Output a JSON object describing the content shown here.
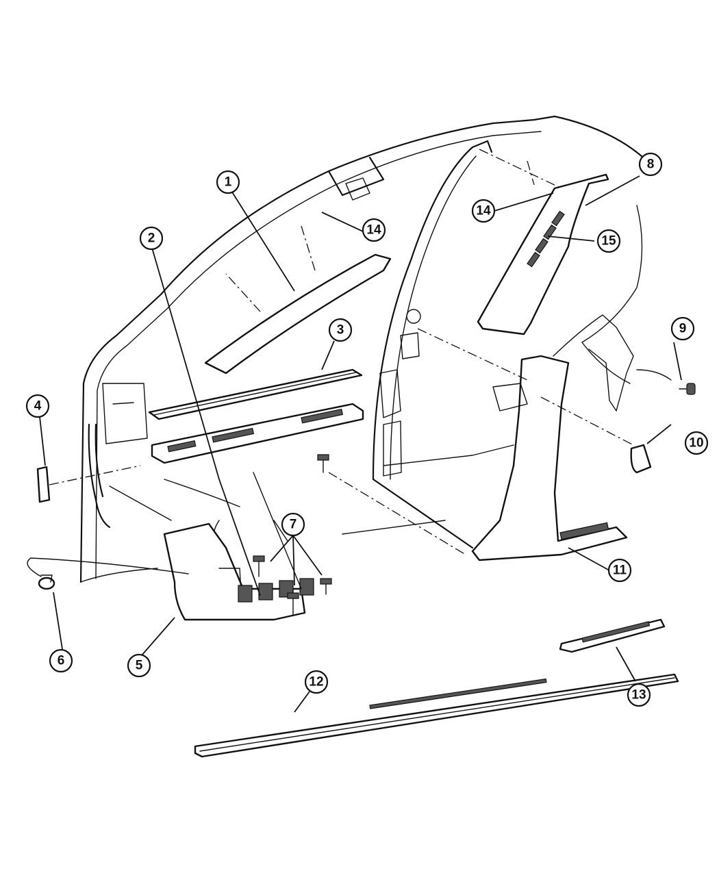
{
  "callouts": [
    {
      "id": "c1",
      "label": "1"
    },
    {
      "id": "c2",
      "label": "2"
    },
    {
      "id": "c3",
      "label": "3"
    },
    {
      "id": "c4",
      "label": "4"
    },
    {
      "id": "c5",
      "label": "5"
    },
    {
      "id": "c6",
      "label": "6"
    },
    {
      "id": "c7",
      "label": "7"
    },
    {
      "id": "c8",
      "label": "8"
    },
    {
      "id": "c9",
      "label": "9"
    },
    {
      "id": "c10",
      "label": "10"
    },
    {
      "id": "c11",
      "label": "11"
    },
    {
      "id": "c12",
      "label": "12"
    },
    {
      "id": "c13",
      "label": "13"
    },
    {
      "id": "c14a",
      "label": "14"
    },
    {
      "id": "c14b",
      "label": "14"
    },
    {
      "id": "c15",
      "label": "15"
    }
  ]
}
